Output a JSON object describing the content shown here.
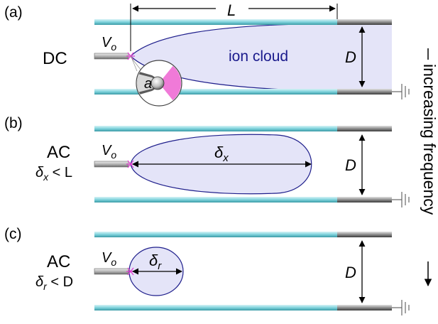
{
  "panels": [
    {
      "tag": "(a)",
      "mode": "DC",
      "condition": "",
      "voltage": "V",
      "voltage_sub": "o",
      "cloud_label": "ion cloud",
      "length_symbol": "L",
      "diameter_symbol": "D",
      "tip_radius_symbol": "a"
    },
    {
      "tag": "(b)",
      "mode": "AC",
      "condition": "δ",
      "condition_sub": "x",
      "condition_rel": " < L",
      "voltage": "V",
      "voltage_sub": "o",
      "extent_symbol": "δ",
      "extent_sub": "x",
      "diameter_symbol": "D"
    },
    {
      "tag": "(c)",
      "mode": "AC",
      "condition": "δ",
      "condition_sub": "r",
      "condition_rel": " < D",
      "voltage": "V",
      "voltage_sub": "o",
      "extent_symbol": "δ",
      "extent_sub": "r",
      "diameter_symbol": "D"
    }
  ],
  "frequency_label": "increasing frequency",
  "colors": {
    "tube": "#7fd3dc",
    "tube_edge": "#4aa7b3",
    "electrode": "#8a8a8a",
    "cloud_fill": "#e4e4f8",
    "cloud_stroke": "#1f1f8c",
    "spark": "#e040d0",
    "inset_pink": "#f07ad8"
  }
}
